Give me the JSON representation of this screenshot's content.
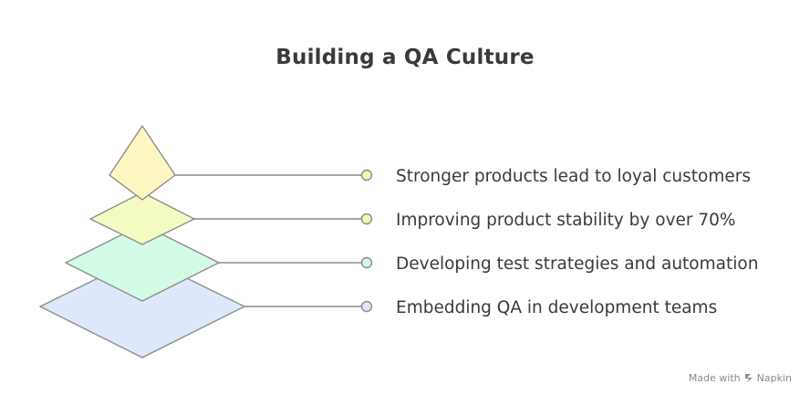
{
  "title": "Building a QA Culture",
  "levels": [
    {
      "label": "Stronger products lead to loyal customers",
      "fill": "#fdf6c3",
      "dot": "#fbf3b8"
    },
    {
      "label": "Improving product stability by over 70%",
      "fill": "#f3fbc2",
      "dot": "#f3f8b5"
    },
    {
      "label": "Developing test strategies and automation",
      "fill": "#d3fbe6",
      "dot": "#d4f7e6"
    },
    {
      "label": "Embedding QA in development teams",
      "fill": "#dde8fb",
      "dot": "#dfe6f7"
    }
  ],
  "stroke_color": "#8c8c8c",
  "footer": {
    "prefix": "Made with",
    "brand": "Napkin"
  }
}
